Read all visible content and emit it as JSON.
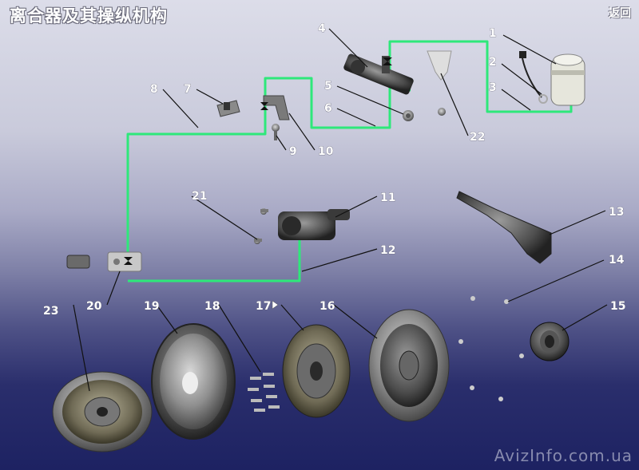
{
  "header": {
    "title": "离合器及其操纵机构",
    "back_label": "返回"
  },
  "callouts": [
    "1",
    "2",
    "3",
    "4",
    "5",
    "6",
    "7",
    "8",
    "9",
    "10",
    "11",
    "12",
    "13",
    "14",
    "15",
    "16",
    "17",
    "18",
    "19",
    "20",
    "21",
    "22",
    "23"
  ],
  "watermark": "AvizInfo.com.ua",
  "colors": {
    "hose": "#2ee87a",
    "label": "#ffffff",
    "leader": "#111111"
  }
}
